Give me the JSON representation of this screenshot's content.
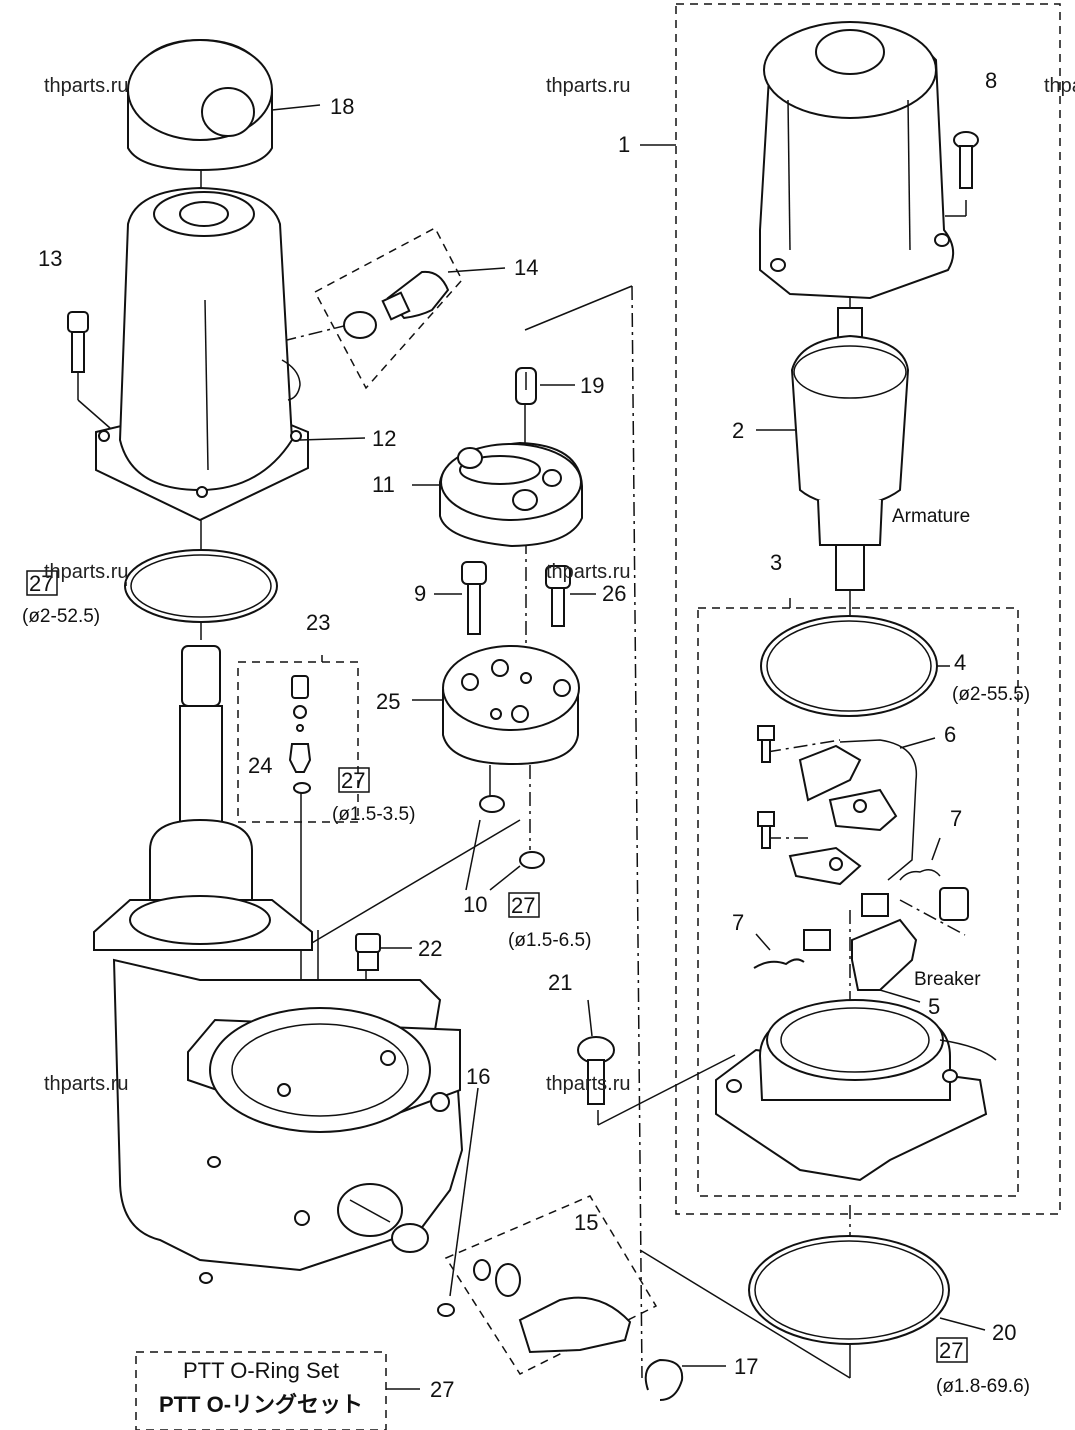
{
  "watermarks": [
    "thparts.ru",
    "thparts.ru",
    "thparts.ru",
    "thparts.ru",
    "thparts.ru",
    "thparts.ru",
    "thparts.ru"
  ],
  "callouts": {
    "c1": "1",
    "c2": "2",
    "c3": "3",
    "c4": "4",
    "c5": "5",
    "c6": "6",
    "c7a": "7",
    "c7b": "7",
    "c8": "8",
    "c9": "9",
    "c10": "10",
    "c11": "11",
    "c12": "12",
    "c13": "13",
    "c14": "14",
    "c15": "15",
    "c16": "16",
    "c17": "17",
    "c18": "18",
    "c19": "19",
    "c20": "20",
    "c21": "21",
    "c22": "22",
    "c23": "23",
    "c24": "24",
    "c25": "25",
    "c26": "26",
    "c27": "27"
  },
  "ref_box_label": "27",
  "dimensions": {
    "d_12": "(ø2-52.5)",
    "d_4": "(ø2-55.5)",
    "d_24": "(ø1.5-3.5)",
    "d_10": "(ø1.5-6.5)",
    "d_20": "(ø1.8-69.6)"
  },
  "annotations": {
    "armature": "Armature",
    "breaker": "Breaker"
  },
  "legend_box": {
    "line1": "PTT O-Ring Set",
    "line2": "PTT O-リングセット"
  }
}
